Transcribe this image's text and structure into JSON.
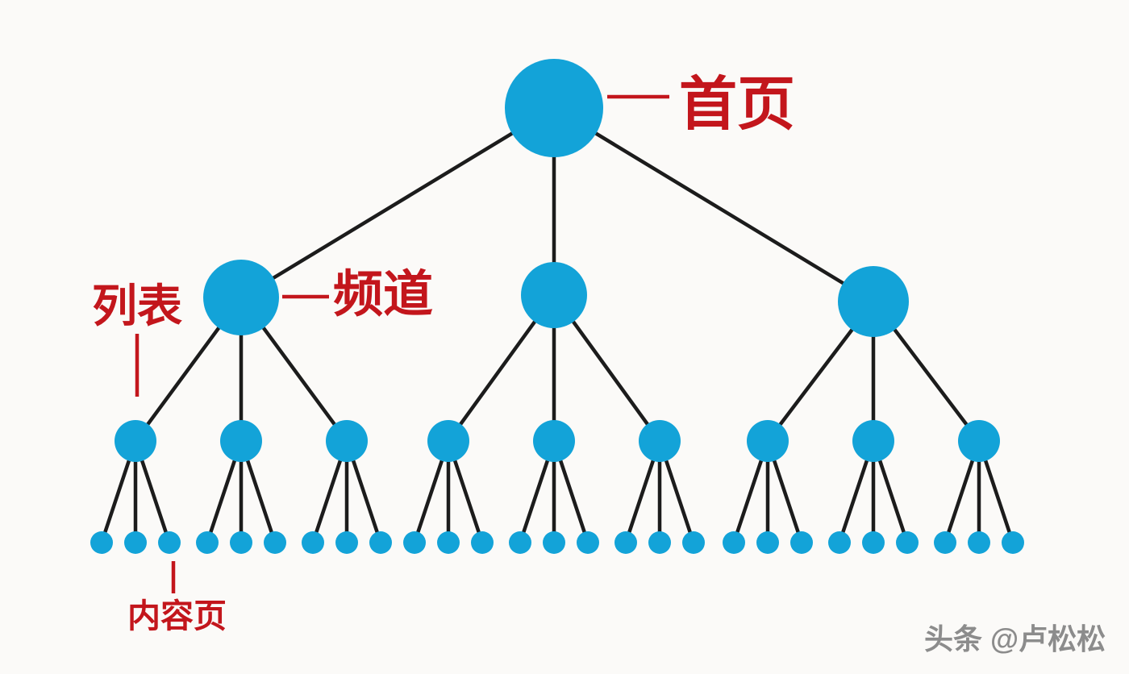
{
  "diagram": {
    "labels": {
      "root": "首页",
      "channel": "频道",
      "list": "列表",
      "content": "内容页"
    },
    "watermark": "头条 @卢松松",
    "structure": {
      "root_label": "首页",
      "channel_count": 3,
      "lists_per_channel": 3,
      "content_per_list": 3,
      "level_labels": [
        "首页",
        "频道",
        "列表",
        "内容页"
      ]
    },
    "colors": {
      "node_fill": "#13a3d8",
      "edge": "#1c1c1c",
      "callout": "#c3161c",
      "watermark": "#8c8c8c",
      "background": "#fbfaf8"
    }
  }
}
